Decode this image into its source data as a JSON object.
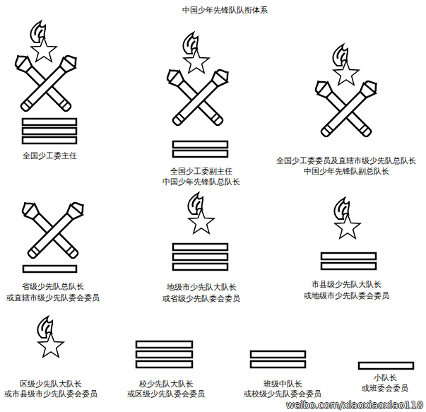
{
  "diagram": {
    "title": "中国少年先锋队队衔体系",
    "labels": [
      "全国少工委主任",
      "全国少工委副主任",
      "中国少年先锋队总队长",
      "全国少工委委员及直辖市级少先队总队长",
      "中国少年先锋队副总队长",
      "省级少先队总队长",
      "或直辖市级少先队委会委员",
      "地级市少先队大队长",
      "或省级少先队委会委员",
      "市县级少先队大队长",
      "或地级市少先队委会委员",
      "区级少先队大队长",
      "或市县级市少先队委会委员",
      "校少先队大队长",
      "或区级少先队委会委员",
      "班级中队长",
      "或校级少先队委会委员",
      "小队长",
      "或班委会委员",
      "weibo.com/xiaoxiaoxiao110"
    ]
  }
}
